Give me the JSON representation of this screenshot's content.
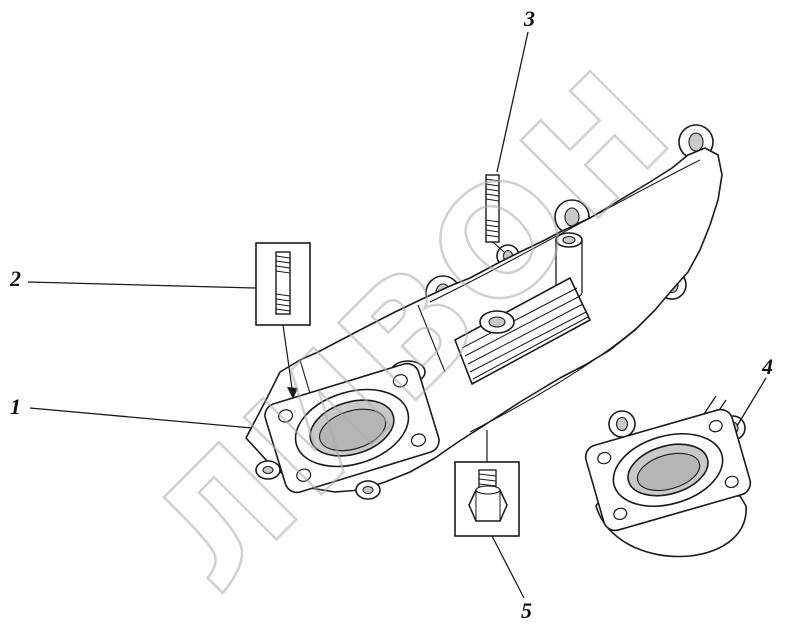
{
  "diagram": {
    "watermark": "ЛИВОН",
    "callouts": [
      {
        "label": "1"
      },
      {
        "label": "2"
      },
      {
        "label": "3"
      },
      {
        "label": "4"
      },
      {
        "label": "5"
      }
    ],
    "colors": {
      "line": "#1a1a1a",
      "opening": "#c9c9c9",
      "watermark": "#ababab",
      "background": "#ffffff"
    }
  }
}
